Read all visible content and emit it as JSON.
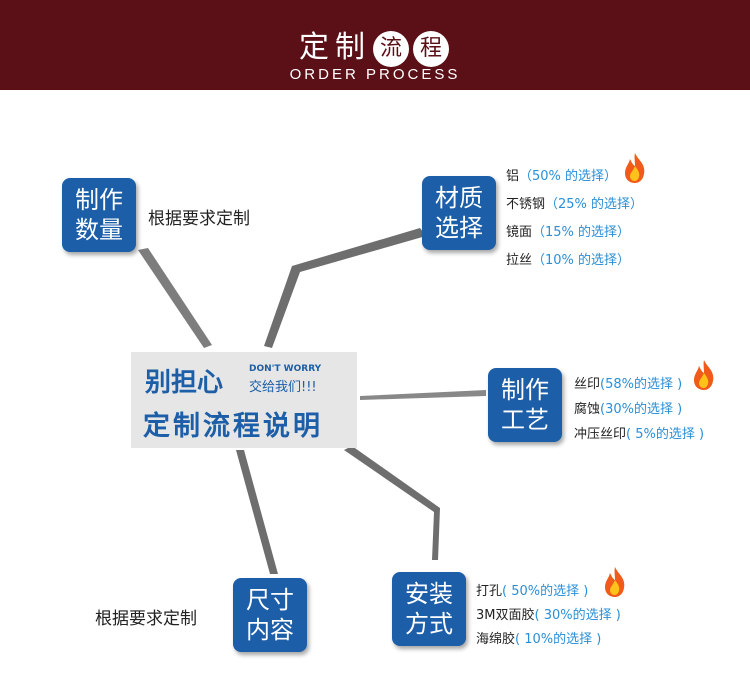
{
  "banner": {
    "title_plain": "定制",
    "title_seal_1": "流",
    "title_seal_2": "程",
    "subtitle": "ORDER PROCESS",
    "background": "#5a1016"
  },
  "center": {
    "line1": "别担心",
    "english": "DON'T WORRY",
    "chinese": "交给我们!!!",
    "line2": "定制流程说明"
  },
  "nodes": {
    "quantity": {
      "line1": "制作",
      "line2": "数量",
      "note": "根据要求定制"
    },
    "material": {
      "line1": "材质",
      "line2": "选择",
      "options": [
        {
          "name": "铝",
          "pct": "（50% 的选择）",
          "hot": true
        },
        {
          "name": "不锈钢",
          "pct": "（25% 的选择）",
          "hot": false
        },
        {
          "name": "镜面",
          "pct": "（15% 的选择）",
          "hot": false
        },
        {
          "name": "拉丝",
          "pct": "（10% 的选择）",
          "hot": false
        }
      ]
    },
    "craft": {
      "line1": "制作",
      "line2": "工艺",
      "options": [
        {
          "name": "丝印",
          "pct": "(58%的选择 )",
          "hot": true
        },
        {
          "name": "腐蚀",
          "pct": "(30%的选择 )",
          "hot": false
        },
        {
          "name": "冲压丝印",
          "pct": "( 5%的选择 )",
          "hot": false
        }
      ]
    },
    "size": {
      "line1": "尺寸",
      "line2": "内容",
      "note": "根据要求定制"
    },
    "install": {
      "line1": "安装",
      "line2": "方式",
      "options": [
        {
          "name": "打孔",
          "pct": "( 50%的选择 )",
          "hot": true
        },
        {
          "name": "3M双面胶",
          "pct": "( 30%的选择 )",
          "hot": false
        },
        {
          "name": "海绵胶",
          "pct": "( 10%的选择 )",
          "hot": false
        }
      ]
    }
  },
  "colors": {
    "box": "#1c5ea8",
    "percent": "#2a8fd6",
    "flame": "#f05a1a"
  }
}
